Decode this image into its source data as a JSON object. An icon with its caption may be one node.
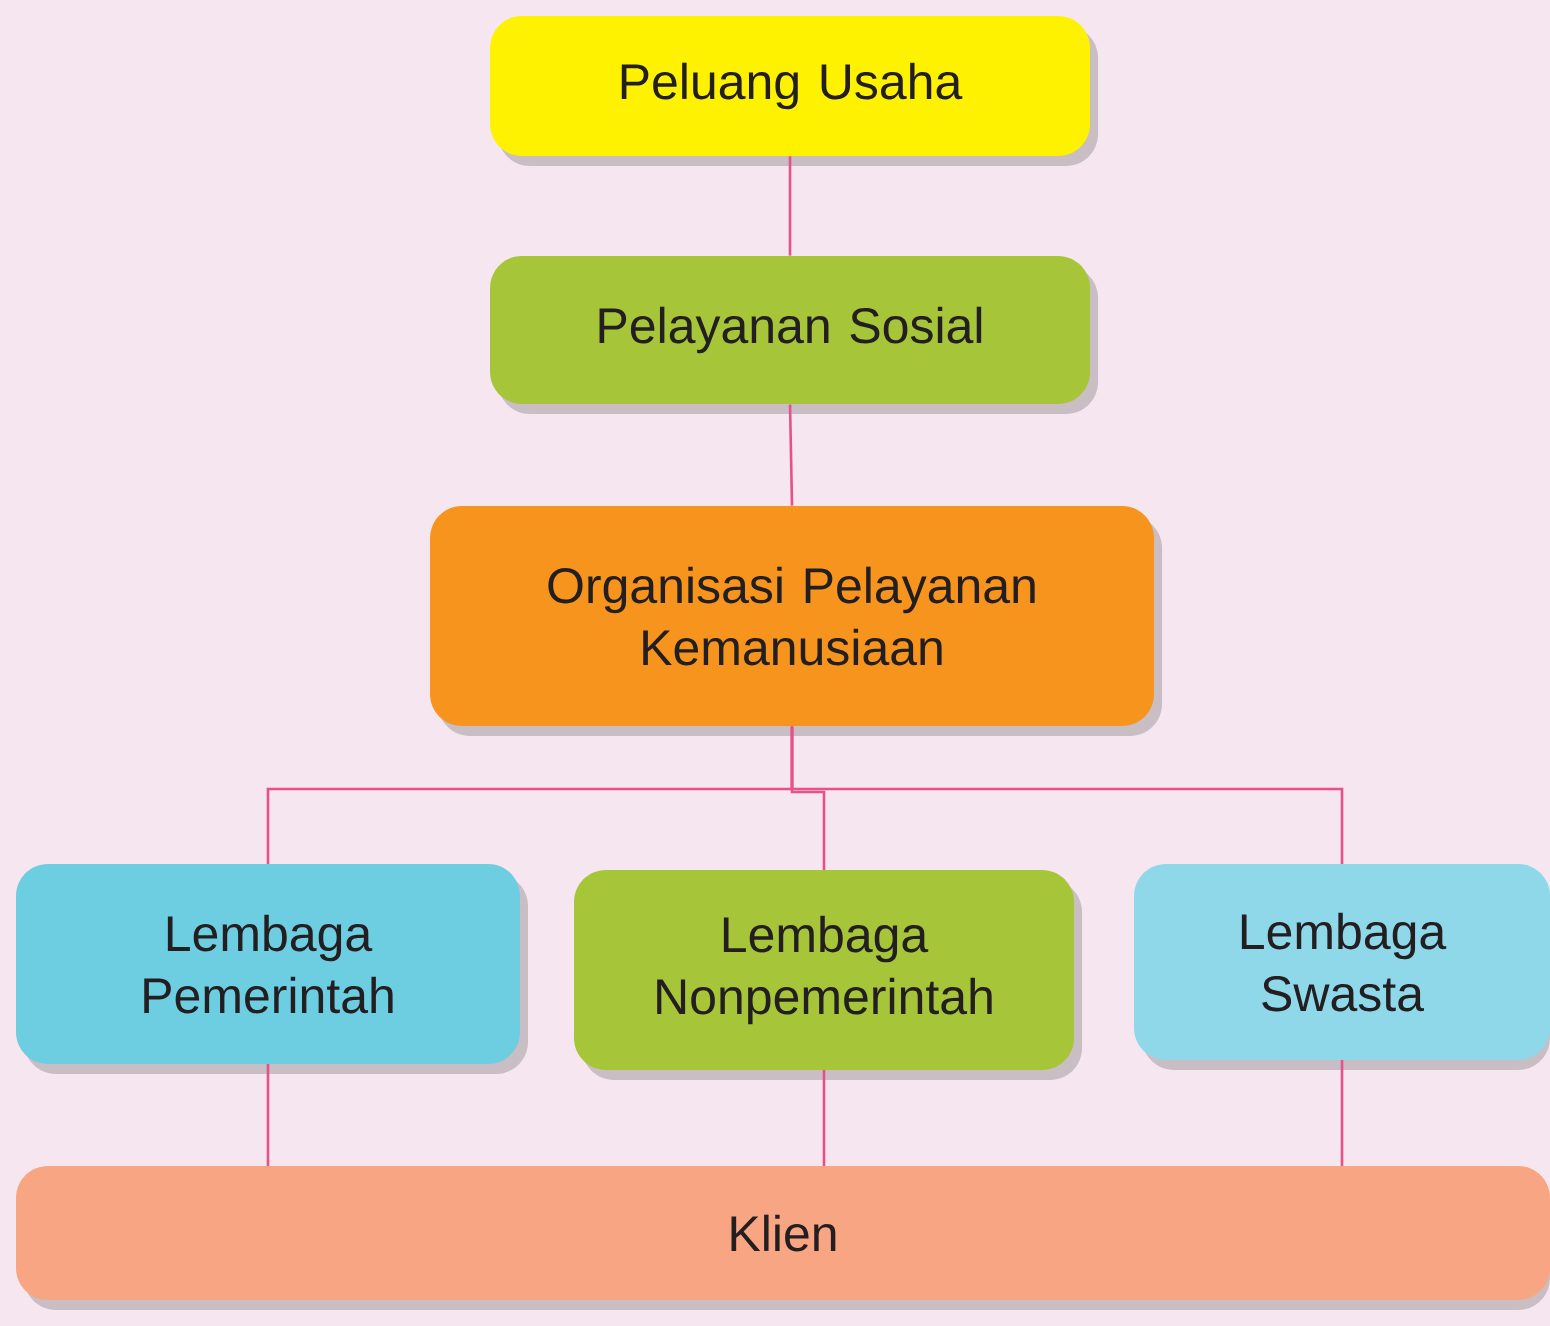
{
  "diagram": {
    "nodes": [
      {
        "text": [
          "Peluang Usaha"
        ]
      },
      {
        "text": [
          "Pelayanan Sosial"
        ]
      },
      {
        "text": [
          "Organisasi Pelayanan Kemanusiaan"
        ]
      },
      {
        "text": [
          "Lembaga Pemerintah"
        ]
      },
      {
        "text": [
          "Lembaga Nonpemerintah"
        ]
      },
      {
        "text": [
          "Lembaga Swasta"
        ]
      },
      {
        "text": [
          "Klien"
        ]
      }
    ],
    "edges": [
      {
        "from": 0,
        "to": 1,
        "arrow": "none"
      },
      {
        "from": 1,
        "to": 2,
        "arrow": "none"
      },
      {
        "from": 2,
        "to": 3,
        "arrow": "none"
      },
      {
        "from": 2,
        "to": 4,
        "arrow": "none"
      },
      {
        "from": 2,
        "to": 5,
        "arrow": "none"
      },
      {
        "from": 3,
        "to": 6,
        "arrow": "none"
      },
      {
        "from": 4,
        "to": 6,
        "arrow": "none"
      },
      {
        "from": 5,
        "to": 6,
        "arrow": "none"
      }
    ]
  }
}
